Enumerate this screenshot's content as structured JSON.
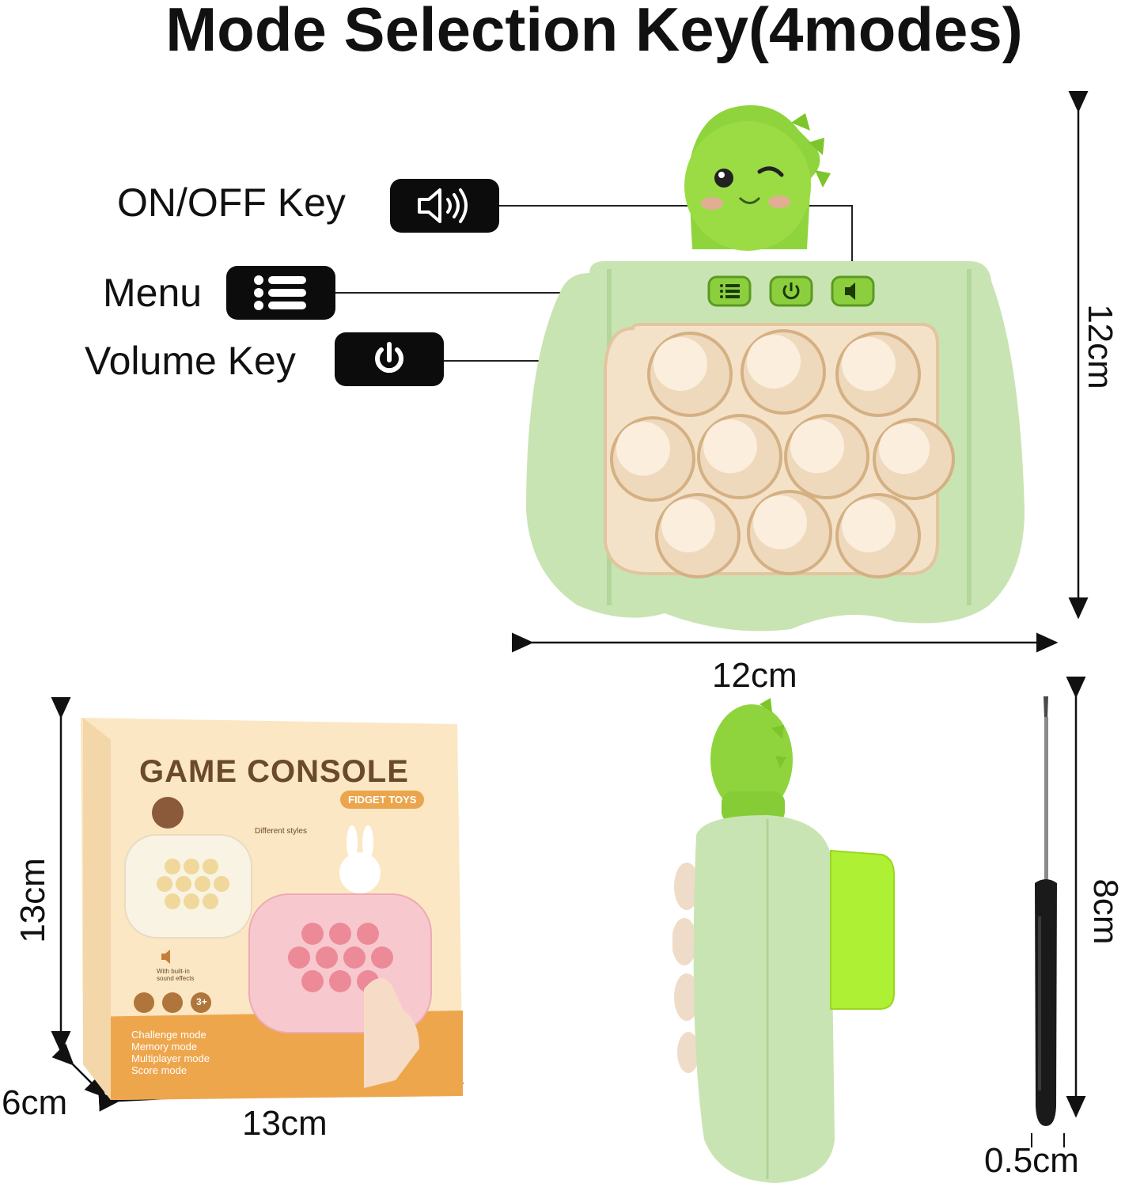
{
  "title": "Mode Selection Key(4modes)",
  "keys": [
    {
      "label": "ON/OFF Key",
      "icon": "speaker-icon"
    },
    {
      "label": "Menu",
      "icon": "menu-list-icon"
    },
    {
      "label": "Volume Key",
      "icon": "power-icon"
    }
  ],
  "dimensions": {
    "front_height": "12cm",
    "front_width": "12cm",
    "box_height": "13cm",
    "box_depth": "6cm",
    "box_width": "13cm",
    "side_height": "8cm",
    "screwdriver_width": "0.5cm"
  },
  "package": {
    "brand_title": "GAME CONSOLE",
    "subtitle": "FIDGET TOYS",
    "styles_note": "Different styles",
    "sound_note": "With built-in sound effects",
    "age_badge": "3+",
    "modes": [
      "Challenge mode",
      "Memory mode",
      "Multiplayer mode",
      "Score mode"
    ]
  },
  "colors": {
    "console_green": "#c9e4b3",
    "console_green_dark": "#9fc98a",
    "dino_green": "#7fcf2a",
    "bubble_cream": "#f1dcc2",
    "box_cream": "#fbe7c4",
    "box_orange": "#e7a44a",
    "key_black": "#0c0c0c"
  }
}
